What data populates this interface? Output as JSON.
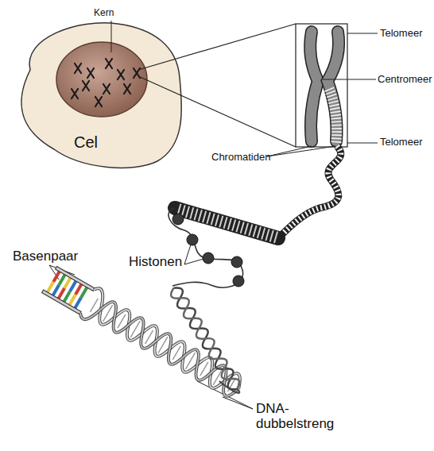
{
  "diagram": {
    "nodes": [
      {
        "text": [
          "Cel"
        ]
      },
      {
        "text": [
          "Kern"
        ],
        "in": 0
      }
    ],
    "labels": [
      "Telomeer",
      "Centromeer",
      "Telomeer",
      "Chromatiden",
      "Basenpaar",
      "Histonen",
      "DNA- dubbelstreng"
    ]
  }
}
